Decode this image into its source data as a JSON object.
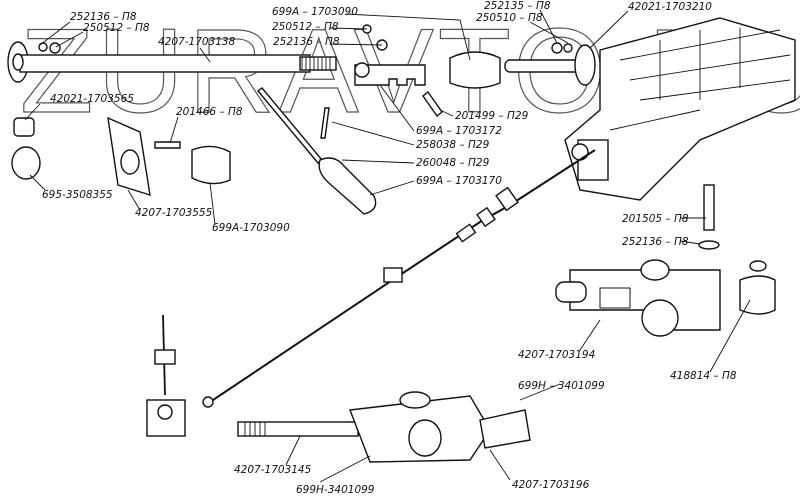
{
  "watermark": "ZURAVTO.RU",
  "labels": [
    "252136 – П8",
    "250512 – П8",
    "4207-1703138",
    "42021-1703565",
    "201466 – П8",
    "695-3508355",
    "4207-1703555",
    "699А-1703090",
    "699А – 1703090",
    "250512 – П8",
    "252136 – П8",
    "252135 – П8",
    "250510 – П8",
    "42021-1703210",
    "201499 – П29",
    "699А – 1703172",
    "258038 – П29",
    "260048 – П29",
    "699А – 1703170",
    "201505 – П8",
    "252136 – П8",
    "4207-1703194",
    "418814 – П8",
    "699Н – 3401099",
    "4207-1703145",
    "699Н-3401099",
    "4207-1703196"
  ]
}
